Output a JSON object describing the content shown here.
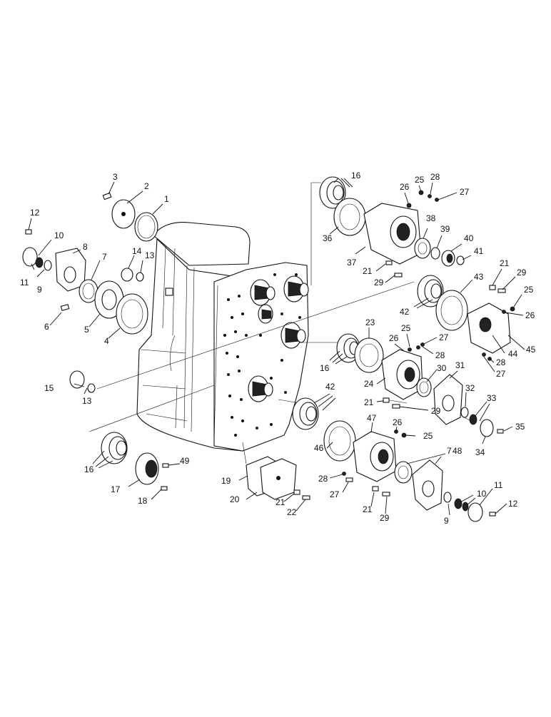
{
  "diagram": {
    "callouts": [
      {
        "id": "c3",
        "label": "3"
      },
      {
        "id": "c2",
        "label": "2"
      },
      {
        "id": "c1",
        "label": "1"
      },
      {
        "id": "c12a",
        "label": "12"
      },
      {
        "id": "c10a",
        "label": "10"
      },
      {
        "id": "c8",
        "label": "8"
      },
      {
        "id": "c11a",
        "label": "11"
      },
      {
        "id": "c9a",
        "label": "9"
      },
      {
        "id": "c7a",
        "label": "7"
      },
      {
        "id": "c14",
        "label": "14"
      },
      {
        "id": "c13a",
        "label": "13"
      },
      {
        "id": "c6",
        "label": "6"
      },
      {
        "id": "c5",
        "label": "5"
      },
      {
        "id": "c4",
        "label": "4"
      },
      {
        "id": "c15",
        "label": "15"
      },
      {
        "id": "c13b",
        "label": "13"
      },
      {
        "id": "c16a",
        "label": "16"
      },
      {
        "id": "c36",
        "label": "36"
      },
      {
        "id": "c37",
        "label": "37"
      },
      {
        "id": "c26a",
        "label": "26"
      },
      {
        "id": "c25a",
        "label": "25"
      },
      {
        "id": "c28a",
        "label": "28"
      },
      {
        "id": "c27a",
        "label": "27"
      },
      {
        "id": "c38",
        "label": "38"
      },
      {
        "id": "c39",
        "label": "39"
      },
      {
        "id": "c40",
        "label": "40"
      },
      {
        "id": "c41",
        "label": "41"
      },
      {
        "id": "c21a",
        "label": "21"
      },
      {
        "id": "c29a",
        "label": "29"
      },
      {
        "id": "c43",
        "label": "43"
      },
      {
        "id": "c21b",
        "label": "21"
      },
      {
        "id": "c29b",
        "label": "29"
      },
      {
        "id": "c25b",
        "label": "25"
      },
      {
        "id": "c26b",
        "label": "26"
      },
      {
        "id": "c42a",
        "label": "42"
      },
      {
        "id": "c44",
        "label": "44"
      },
      {
        "id": "c45",
        "label": "45"
      },
      {
        "id": "c28b",
        "label": "28"
      },
      {
        "id": "c27b",
        "label": "27"
      },
      {
        "id": "c23",
        "label": "23"
      },
      {
        "id": "c26c",
        "label": "26"
      },
      {
        "id": "c25c",
        "label": "25"
      },
      {
        "id": "c27c",
        "label": "27"
      },
      {
        "id": "c28c",
        "label": "28"
      },
      {
        "id": "c16b",
        "label": "16"
      },
      {
        "id": "c24",
        "label": "24"
      },
      {
        "id": "c30",
        "label": "30"
      },
      {
        "id": "c31",
        "label": "31"
      },
      {
        "id": "c21c",
        "label": "21"
      },
      {
        "id": "c29c",
        "label": "29"
      },
      {
        "id": "c32",
        "label": "32"
      },
      {
        "id": "c33",
        "label": "33"
      },
      {
        "id": "c35",
        "label": "35"
      },
      {
        "id": "c34",
        "label": "34"
      },
      {
        "id": "c42b",
        "label": "42"
      },
      {
        "id": "c47",
        "label": "47"
      },
      {
        "id": "c26d",
        "label": "26"
      },
      {
        "id": "c25d",
        "label": "25"
      },
      {
        "id": "c46",
        "label": "46"
      },
      {
        "id": "c7b",
        "label": "7"
      },
      {
        "id": "c48",
        "label": "48"
      },
      {
        "id": "c16c",
        "label": "16"
      },
      {
        "id": "c49",
        "label": "49"
      },
      {
        "id": "c17",
        "label": "17"
      },
      {
        "id": "c18",
        "label": "18"
      },
      {
        "id": "c19",
        "label": "19"
      },
      {
        "id": "c20",
        "label": "20"
      },
      {
        "id": "c21d",
        "label": "21"
      },
      {
        "id": "c22",
        "label": "22"
      },
      {
        "id": "c28d",
        "label": "28"
      },
      {
        "id": "c27d",
        "label": "27"
      },
      {
        "id": "c21e",
        "label": "21"
      },
      {
        "id": "c29d",
        "label": "29"
      },
      {
        "id": "c10b",
        "label": "10"
      },
      {
        "id": "c11b",
        "label": "11"
      },
      {
        "id": "c9b",
        "label": "9"
      },
      {
        "id": "c12b",
        "label": "12"
      }
    ]
  }
}
